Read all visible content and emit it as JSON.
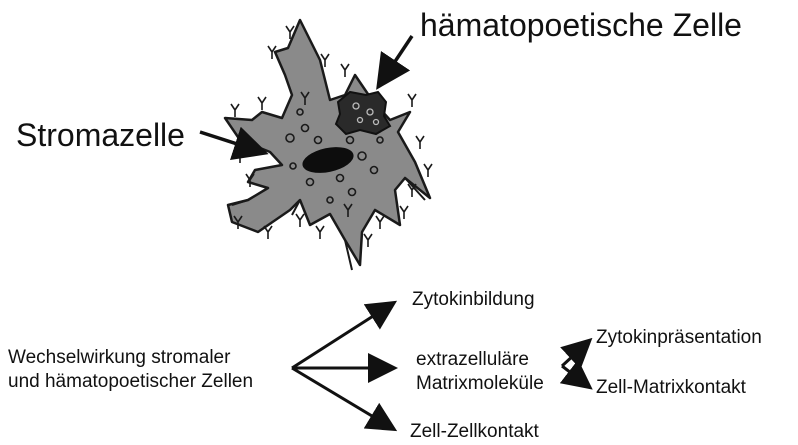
{
  "labels": {
    "haematopoietic_cell": "hämatopoetische Zelle",
    "stromal_cell": "Stromazelle",
    "interaction_line1": "Wechselwirkung stromaler",
    "interaction_line2": "und hämatopoetischer Zellen",
    "cytokine_production": "Zytokinbildung",
    "ecm_line1": "extrazelluläre",
    "ecm_line2": "Matrixmoleküle",
    "cytokine_presentation": "Zytokinpräsentation",
    "cell_matrix_contact": "Zell-Matrixkontakt",
    "cell_cell_contact": "Zell-Zellkontakt"
  },
  "colors": {
    "cell_fill": "#8a8a8a",
    "cell_outline": "#1a1a1a",
    "nucleus": "#0d0d0d",
    "text": "#111111"
  }
}
